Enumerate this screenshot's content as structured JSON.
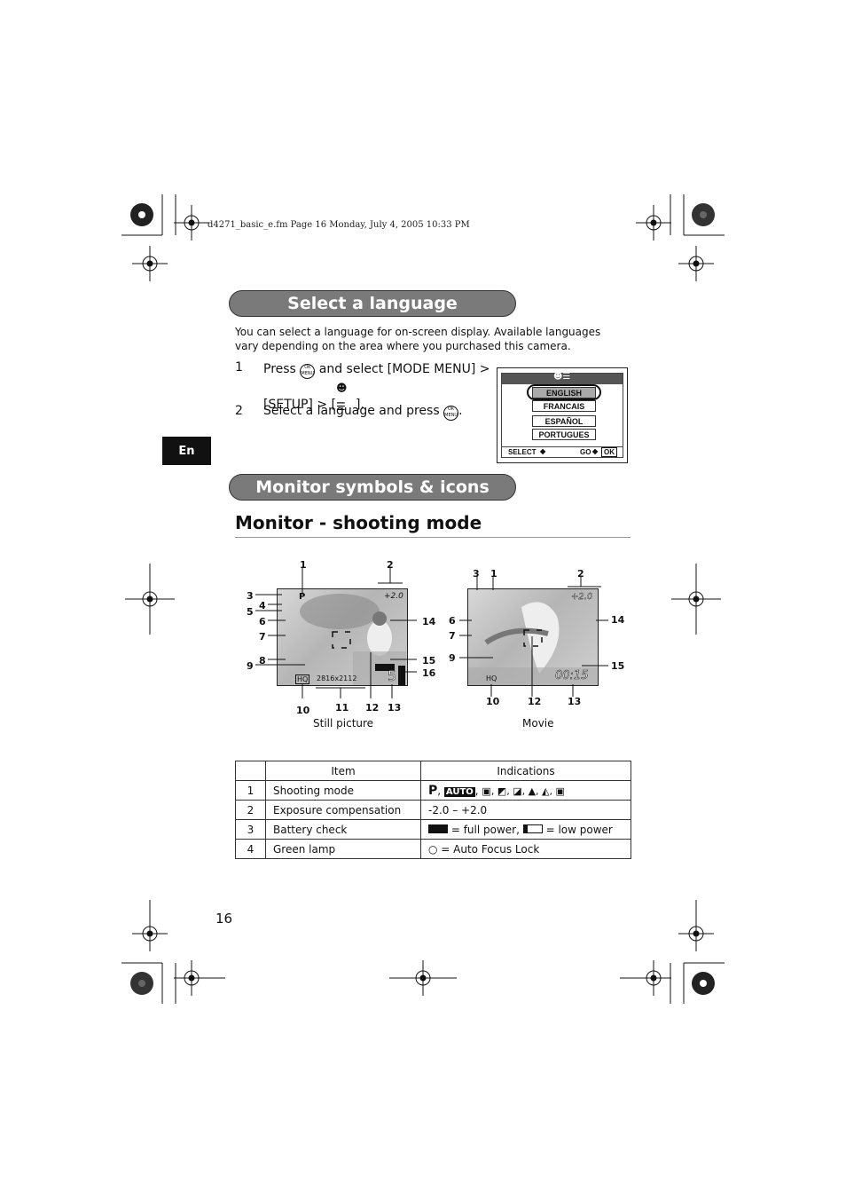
{
  "header": {
    "file_info": "d4271_basic_e.fm  Page 16  Monday, July 4, 2005  10:33 PM"
  },
  "section1": {
    "title": "Select a language"
  },
  "intro": "You can select a language for on-screen display. Available languages vary depending on the area where you purchased this camera.",
  "steps": [
    {
      "num": "1",
      "text_a": "Press",
      "text_b": "and select [MODE MENU] >",
      "text_c": "[SETUP] > [",
      "text_d": "]."
    },
    {
      "num": "2",
      "text_a": "Select a language and press",
      "text_b": "."
    }
  ],
  "language_screen": {
    "options": [
      "ENGLISH",
      "FRANCAIS",
      "ESPAÑOL",
      "PORTUGUES"
    ],
    "select_label": "SELECT",
    "go_label": "GO",
    "ok_label": "OK"
  },
  "lang_tab": "En",
  "section2": {
    "title": "Monitor symbols & icons"
  },
  "subheading": "Monitor - shooting mode",
  "still": {
    "caption": "Still picture",
    "labels": [
      "1",
      "2",
      "3",
      "4",
      "5",
      "6",
      "7",
      "8",
      "9",
      "10",
      "11",
      "12",
      "13",
      "14",
      "15",
      "16"
    ],
    "osd": {
      "mode": "P",
      "ev": "+2.0",
      "quality": "HQ",
      "size": "2816x2112",
      "remaining": "5"
    }
  },
  "movie": {
    "caption": "Movie",
    "labels": [
      "3",
      "1",
      "2",
      "6",
      "7",
      "9",
      "14",
      "15",
      "10",
      "12",
      "13"
    ],
    "osd": {
      "ev": "+2.0",
      "quality": "HQ",
      "time": "00:15"
    }
  },
  "table": {
    "headers": [
      "",
      "Item",
      "Indications"
    ],
    "rows": [
      {
        "num": "1",
        "item": "Shooting mode",
        "ind": "P, AUTO, ..."
      },
      {
        "num": "2",
        "item": "Exposure compensation",
        "ind": "-2.0 – +2.0"
      },
      {
        "num": "3",
        "item": "Battery check",
        "ind_a": "= full power,",
        "ind_b": "= low power"
      },
      {
        "num": "4",
        "item": "Green lamp",
        "ind": "○ = Auto Focus Lock"
      }
    ],
    "auto_badge": "AUTO",
    "p_glyph": "P"
  },
  "page_number": "16"
}
